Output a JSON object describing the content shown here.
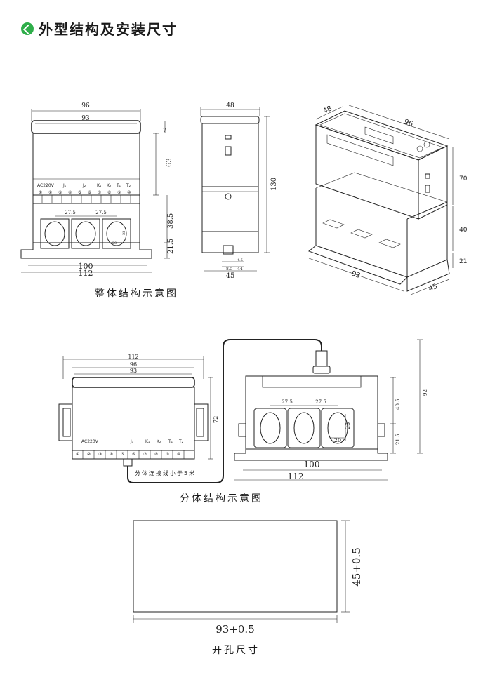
{
  "header": {
    "title": "外型结构及安装尺寸",
    "icon": "green-arrow-circle-icon",
    "accent": "#2fae4a"
  },
  "captions": {
    "overall": "整体结构示意图",
    "split": "分体结构示意图",
    "cutout": "开孔尺寸"
  },
  "front": {
    "w_outer": "96",
    "w_inner": "93",
    "t": "7",
    "h_top": "63",
    "h_mid": "38.5",
    "h_bot": "21.5",
    "pitch_a": "27.5",
    "pitch_b": "27.5",
    "hole_w": "20",
    "hole_h": "23",
    "base_a": "100",
    "base_b": "112",
    "terminal_labels": [
      "AC220V",
      "J₁",
      "J₂",
      "K₁",
      "K₂",
      "T₁",
      "T₂"
    ],
    "terminals": [
      "①",
      "②",
      "③",
      "④",
      "⑤",
      "⑥",
      "⑦",
      "⑧",
      "⑨",
      "⑩"
    ]
  },
  "side": {
    "w": "48",
    "h": "130",
    "foot_a": "4.5",
    "foot_b": "8.5",
    "foot_c": "44",
    "base": "45"
  },
  "iso": {
    "d48": "48",
    "d96": "96",
    "h70": "70",
    "h40": "40",
    "h21": "21",
    "d93": "93",
    "d45": "45"
  },
  "split_meter": {
    "w112": "112",
    "w96": "96",
    "w93": "93",
    "h72": "72",
    "terminal_labels": [
      "AC220V",
      "J₁",
      "K₁",
      "K₂",
      "T₁",
      "T₂"
    ],
    "terminals": [
      "①",
      "②",
      "③",
      "④",
      "⑤",
      "⑥",
      "⑦",
      "⑧",
      "⑨",
      "⑩"
    ],
    "cable_note": "分体连接线小于5米"
  },
  "split_ct": {
    "pitch_a": "27.5",
    "pitch_b": "27.5",
    "h40": "40.5",
    "h21": "21.5",
    "h92": "92",
    "hole_w": "20",
    "hole_h": "23",
    "base_a": "100",
    "base_b": "112"
  },
  "cutout": {
    "width": "93+0.5",
    "height": "45+0.5"
  }
}
